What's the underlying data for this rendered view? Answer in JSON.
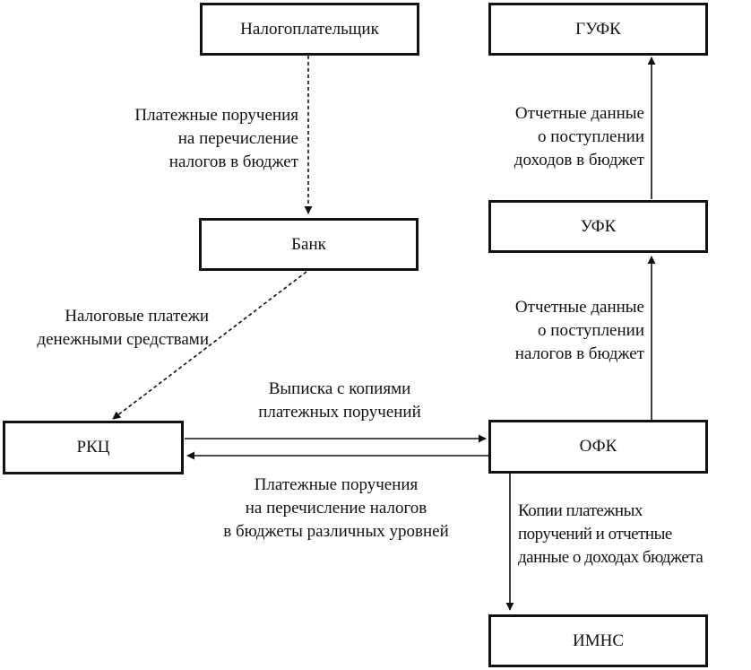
{
  "nodes": {
    "taxpayer": "Налогоплательщик",
    "gufk": "ГУФК",
    "bank": "Банк",
    "ufk": "УФК",
    "rkc": "РКЦ",
    "ofk": "ОФК",
    "imns": "ИМНС"
  },
  "edges": {
    "taxpayer_to_bank": [
      "Платежные поручения",
      "на перечисление",
      "налогов в бюджет"
    ],
    "bank_to_rkc": [
      "Налоговые платежи",
      "денежными средствами"
    ],
    "rkc_to_ofk": [
      "Выписка с копиями",
      "платежных поручений"
    ],
    "ofk_to_rkc": [
      "Платежные поручения",
      "на перечисление налогов",
      "в бюджеты различных уровней"
    ],
    "ofk_to_ufk": [
      "Отчетные данные",
      "о поступлении",
      "налогов в бюджет"
    ],
    "ufk_to_gufk": [
      "Отчетные данные",
      "о поступлении",
      "доходов в бюджет"
    ],
    "ofk_to_imns": [
      "Копии платежных",
      "поручений и отчетные",
      "данные о доходах бюджета"
    ]
  }
}
